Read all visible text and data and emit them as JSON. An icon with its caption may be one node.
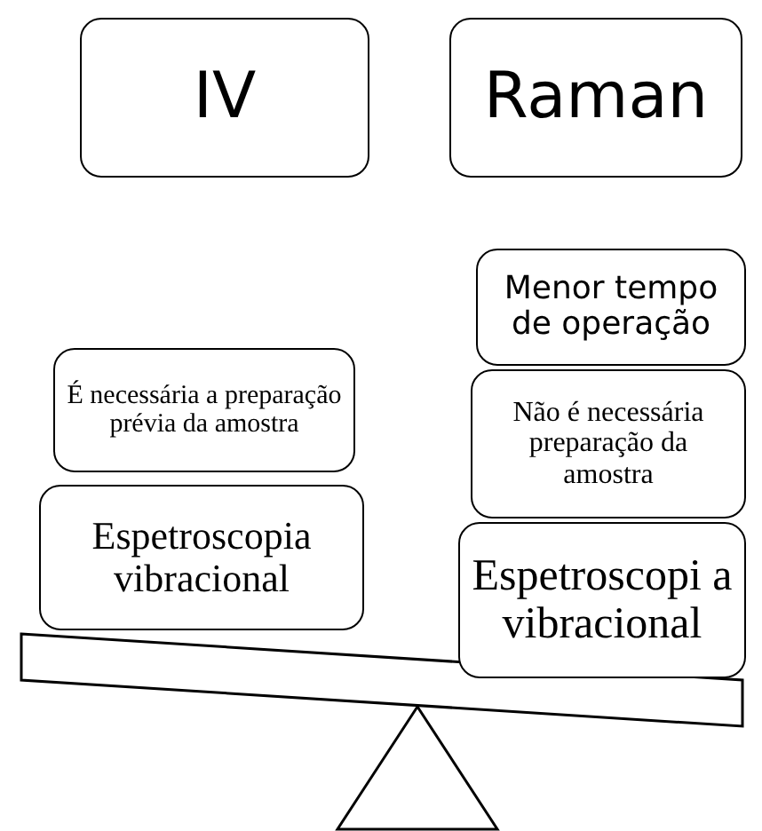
{
  "diagram": {
    "nodes": [
      {
        "text": [
          "IV"
        ]
      },
      {
        "text": [
          "Raman"
        ]
      },
      {
        "text": [
          "Menor tempo de operação"
        ]
      },
      {
        "text": [
          "É necessária a preparação prévia da amostra"
        ]
      },
      {
        "text": [
          "Não é necessária preparação da amostra"
        ]
      },
      {
        "text": [
          "Espetroscopia vibracional"
        ]
      },
      {
        "text": [
          "Espetroscopi a vibracional"
        ]
      }
    ]
  }
}
